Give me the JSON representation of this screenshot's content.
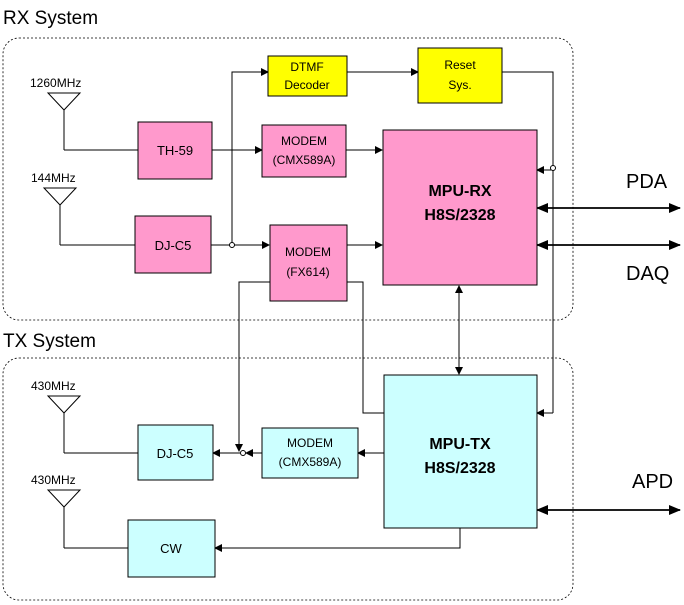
{
  "sections": {
    "rx_title": "RX System",
    "tx_title": "TX System"
  },
  "antennas": {
    "rx_1260": "1260MHz",
    "rx_144": "144MHz",
    "tx_430a": "430MHz",
    "tx_430b": "430MHz"
  },
  "blocks": {
    "th59": "TH-59",
    "djc5_rx": "DJ-C5",
    "dtmf_line1": "DTMF",
    "dtmf_line2": "Decoder",
    "reset_line1": "Reset",
    "reset_line2": "Sys.",
    "modem_cmx_rx_line1": "MODEM",
    "modem_cmx_rx_line2": "(CMX589A)",
    "modem_fx_line1": "MODEM",
    "modem_fx_line2": "(FX614)",
    "mpu_rx_line1": "MPU-RX",
    "mpu_rx_line2": "H8S/2328",
    "djc5_tx": "DJ-C5",
    "modem_cmx_tx_line1": "MODEM",
    "modem_cmx_tx_line2": "(CMX589A)",
    "mpu_tx_line1": "MPU-TX",
    "mpu_tx_line2": "H8S/2328",
    "cw": "CW"
  },
  "externals": {
    "pda": "PDA",
    "daq": "DAQ",
    "apd": "APD"
  },
  "colors": {
    "pink": "#ff99cc",
    "yellow": "#ffff00",
    "cyan": "#ccffff",
    "line": "#000000"
  }
}
